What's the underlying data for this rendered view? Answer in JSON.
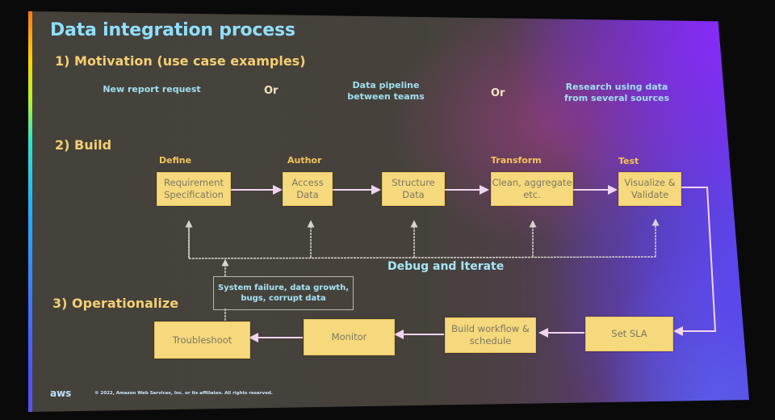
{
  "slide": {
    "title": "Data integration process",
    "sections": {
      "motivation": "1) Motivation (use case examples)",
      "build": "2) Build",
      "operationalize": "3) Operationalize"
    },
    "use_cases": [
      "New report request",
      "Data pipeline between teams",
      "Research using data from several sources"
    ],
    "or_label": "Or",
    "build_phases": [
      "Define",
      "Author",
      "Transform",
      "Test"
    ],
    "build_steps": [
      "Requirement Specification",
      "Access Data",
      "Structure Data",
      "Clean, aggregate etc.",
      "Visualize & Validate"
    ],
    "debug_label": "Debug and Iterate",
    "issue_note": "System failure, data growth, bugs, corrupt data",
    "operate_steps": [
      "Troubleshoot",
      "Monitor",
      "Build workflow & schedule",
      "Set SLA"
    ],
    "footer": "© 2022, Amazon Web Services, Inc. or its affiliates. All rights reserved.",
    "logo": "aws"
  },
  "colors": {
    "title": "#8fdfff",
    "section": "#f5cf72",
    "phase": "#f6c45a",
    "box_fill": "#f6d97c",
    "box_text": "#7d7563",
    "connector": "#f1d4ef",
    "accent_purple": "#8a2cff"
  }
}
